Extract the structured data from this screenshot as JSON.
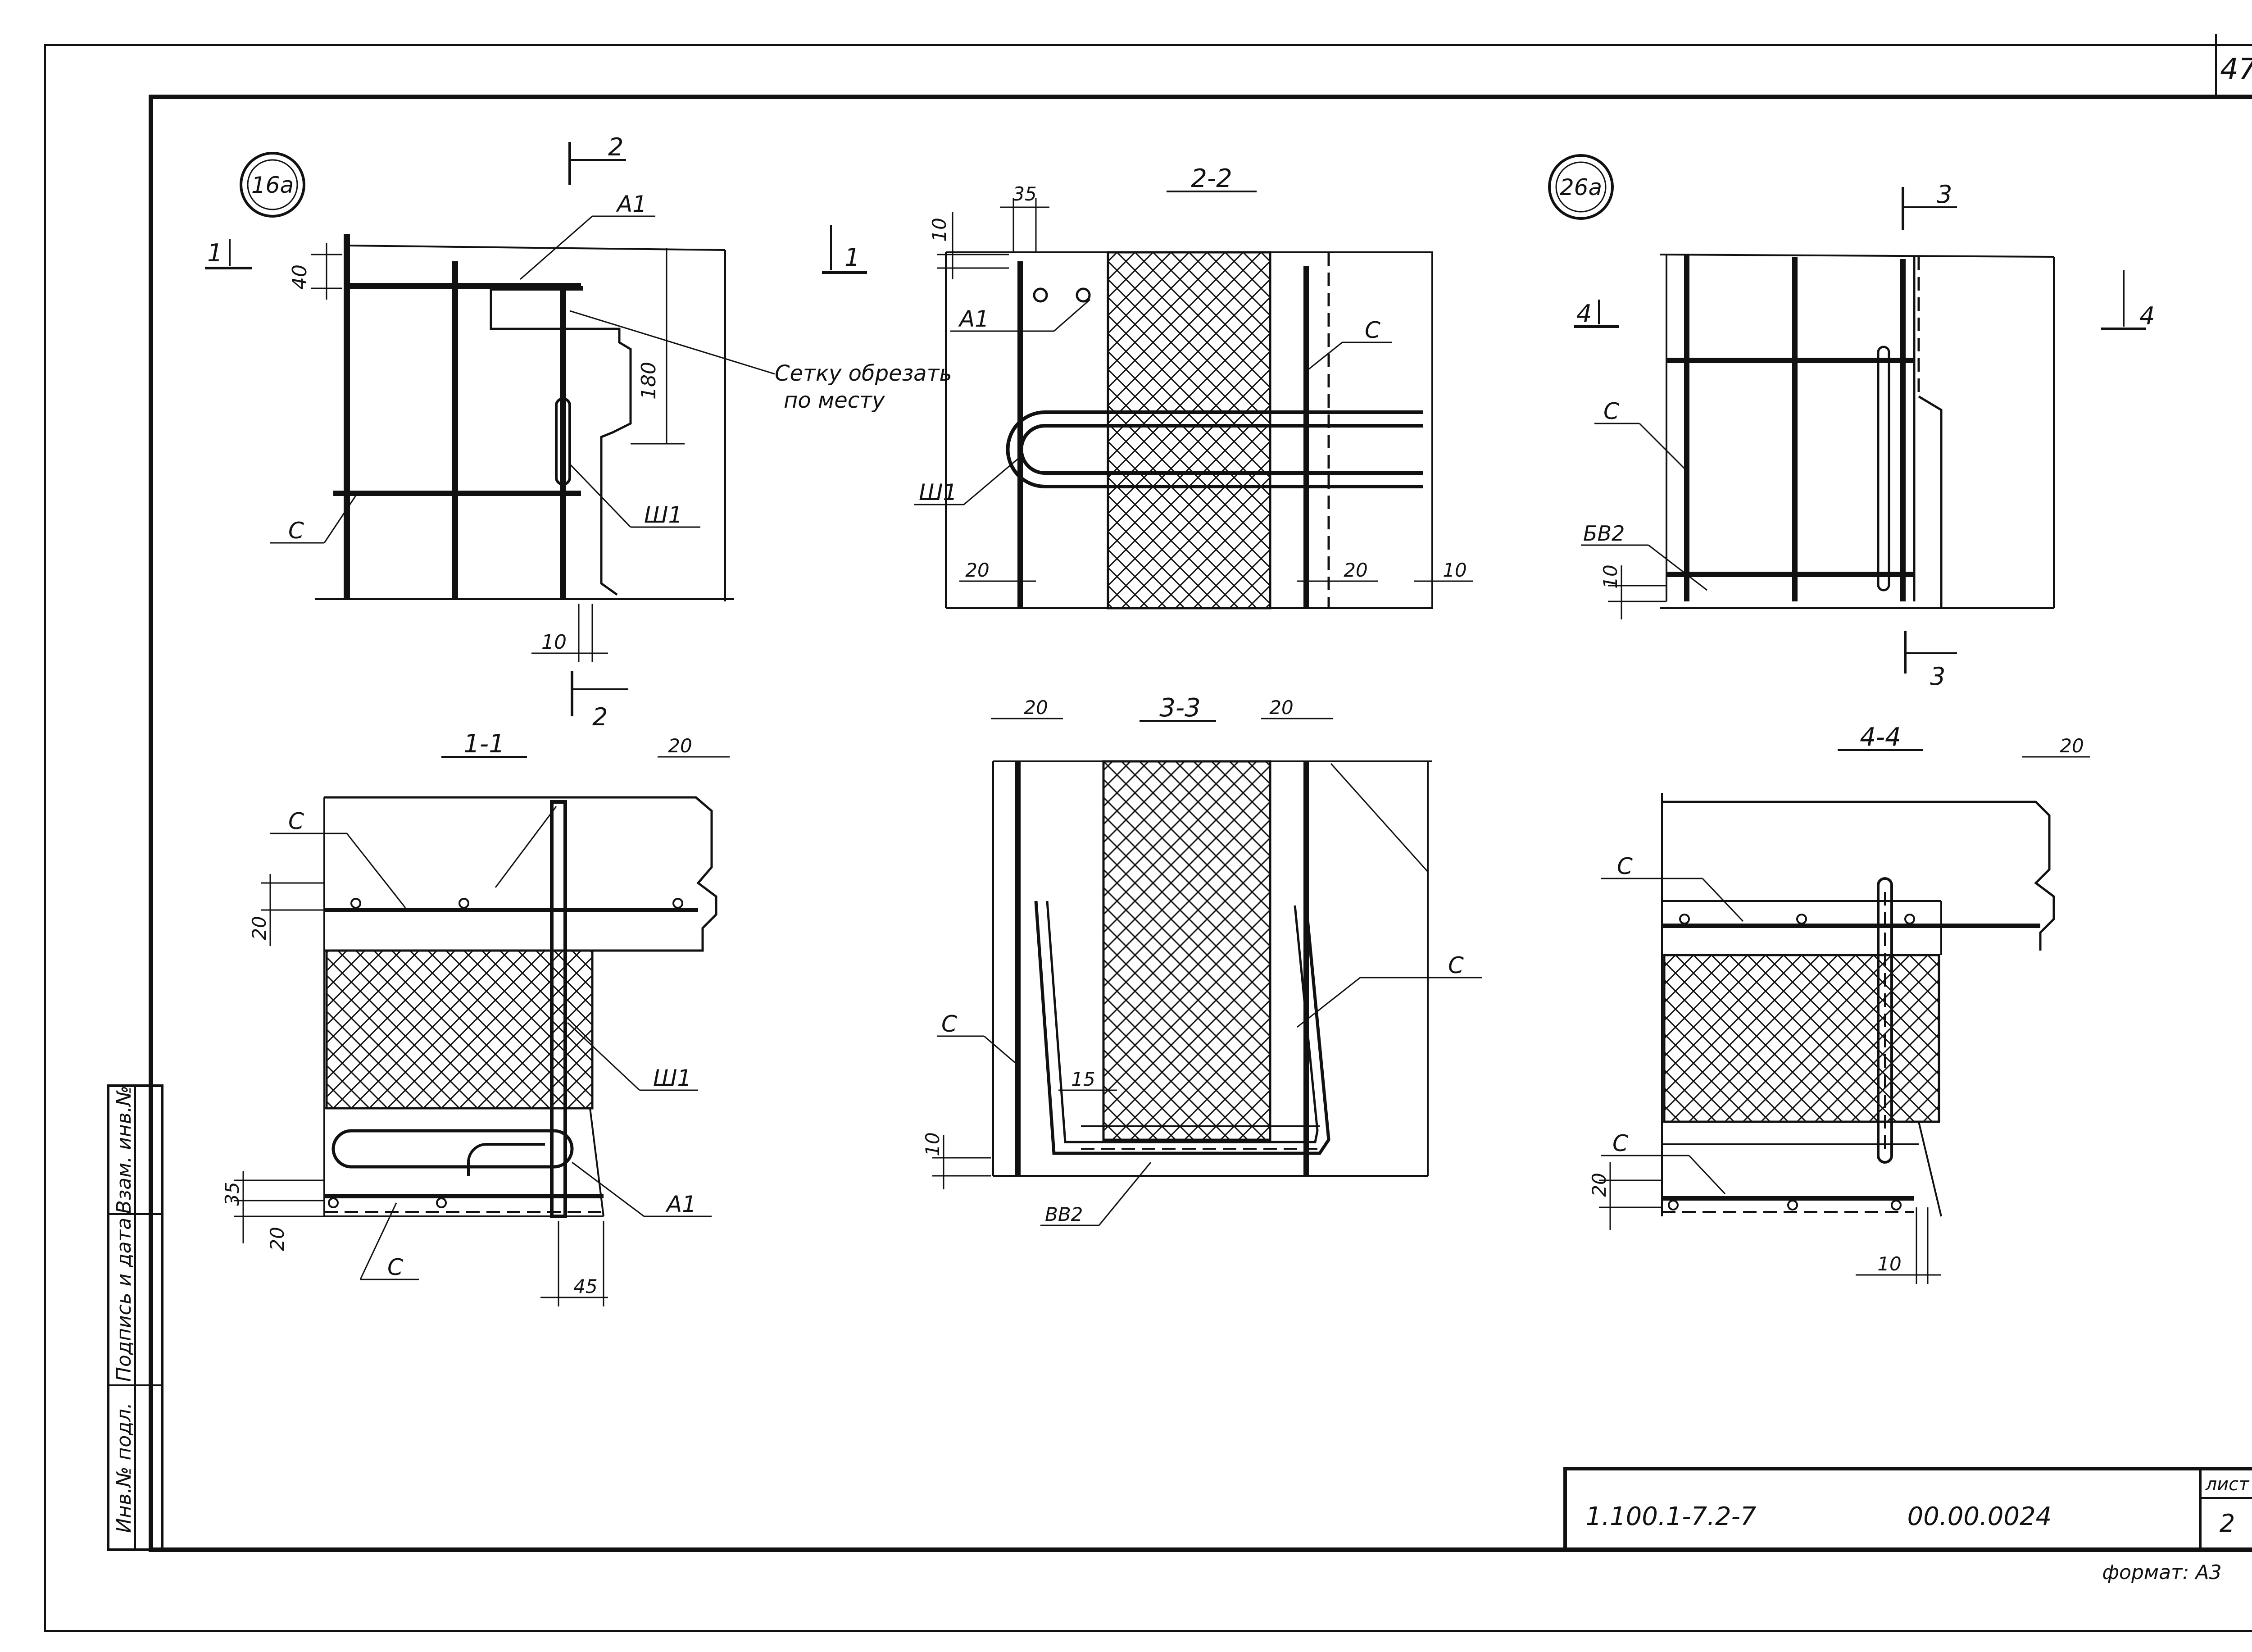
{
  "sheet": {
    "page_number": "47",
    "sheet_label": "лист",
    "sheet_number": "2",
    "code_left": "1.100.1-7.2-7",
    "code_right": "00.00.0024",
    "format": "формат: А3"
  },
  "side_stamp": {
    "cell_1": "Инв.№ подл.",
    "cell_2": "Подпись и дата",
    "cell_3": "Взам. инв.№"
  },
  "views": {
    "v16a": {
      "circle": "16а",
      "sec2_top": "2",
      "sec2_bottom": "2",
      "sec1_left": "1",
      "sec1_right": "1",
      "callout_a1": "А1",
      "callout_sh1": "Ш1",
      "callout_c": "С",
      "note_line1": "Сетку обрезать",
      "note_line2": "по месту",
      "dim_40": "40",
      "dim_180": "180",
      "dim_10": "10"
    },
    "v22": {
      "title": "2-2",
      "dim_35": "35",
      "dim_10_top": "10",
      "dim_20_left": "20",
      "dim_20_right": "20",
      "dim_10_right": "10",
      "callout_a1": "А1",
      "callout_c": "С",
      "callout_sh1": "Ш1"
    },
    "v26a": {
      "circle": "26а",
      "sec3_top": "3",
      "sec3_bottom": "3",
      "sec4_left": "4",
      "sec4_right": "4",
      "callout_c": "С",
      "callout_bv2": "БВ2",
      "dim_10": "10"
    },
    "v11": {
      "title": "1-1",
      "dim_20_top": "20",
      "dim_20_left": "20",
      "dim_35": "35",
      "dim_20_bottom": "20",
      "dim_45": "45",
      "callout_c_top": "С",
      "callout_sh1": "Ш1",
      "callout_a1": "А1",
      "callout_c_bottom": "С"
    },
    "v33": {
      "title": "3-3",
      "dim_20_left": "20",
      "dim_20_right": "20",
      "dim_15": "15",
      "dim_10": "10",
      "callout_c_left": "С",
      "callout_c_right": "С",
      "callout_bv2": "ВВ2"
    },
    "v44": {
      "title": "4-4",
      "dim_20_top": "20",
      "dim_20_left": "20",
      "dim_10": "10",
      "callout_c_top": "С",
      "callout_c_bottom": "С"
    }
  }
}
